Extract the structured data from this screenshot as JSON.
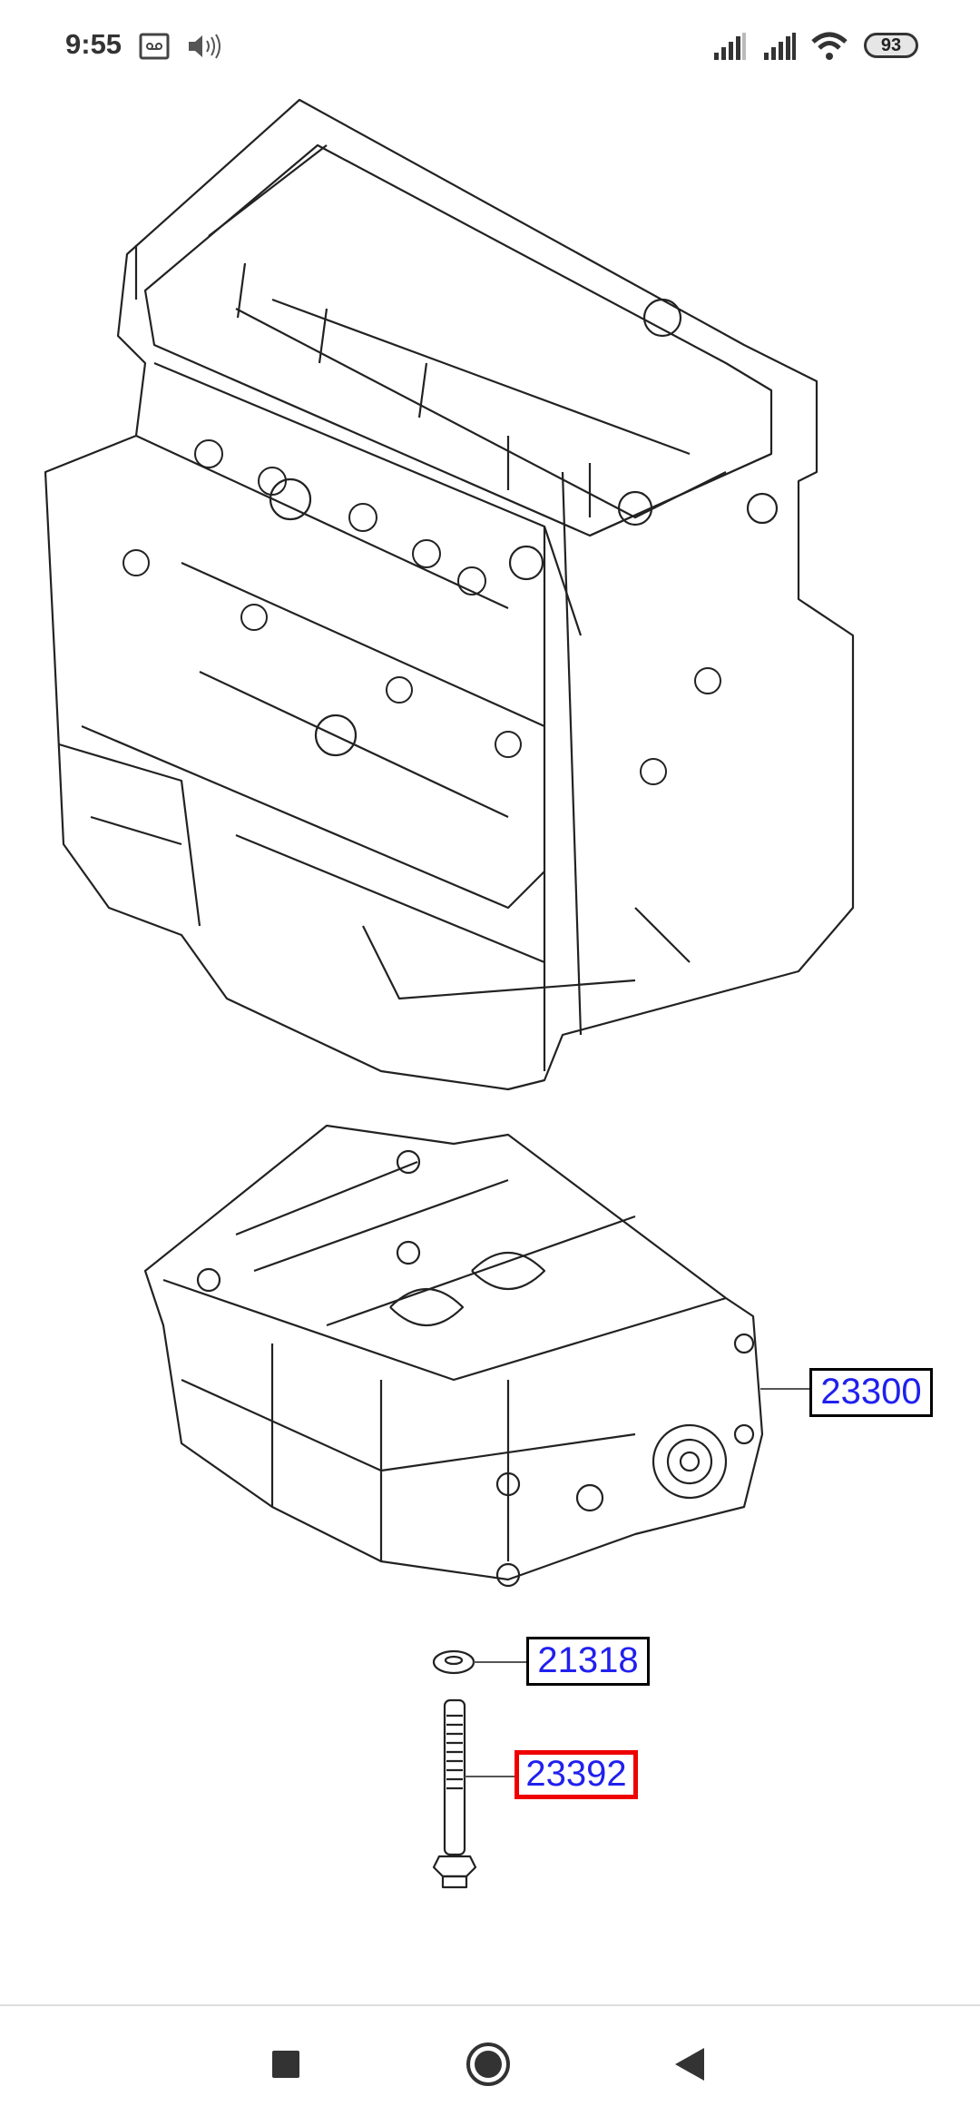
{
  "status_bar": {
    "time": "9:55",
    "battery": "93",
    "icons": [
      "voicemail-icon",
      "volume-icon",
      "signal-icon",
      "signal-icon",
      "wifi-icon",
      "battery-icon"
    ]
  },
  "diagram": {
    "parts": [
      {
        "number": "23300",
        "selected": false
      },
      {
        "number": "21318",
        "selected": false
      },
      {
        "number": "23392",
        "selected": true
      }
    ],
    "highlight_color": "#ee0000",
    "label_text_color": "#2020ee"
  },
  "nav_bar": {
    "icons": [
      "recents-square-icon",
      "home-circle-icon",
      "back-triangle-icon"
    ]
  }
}
